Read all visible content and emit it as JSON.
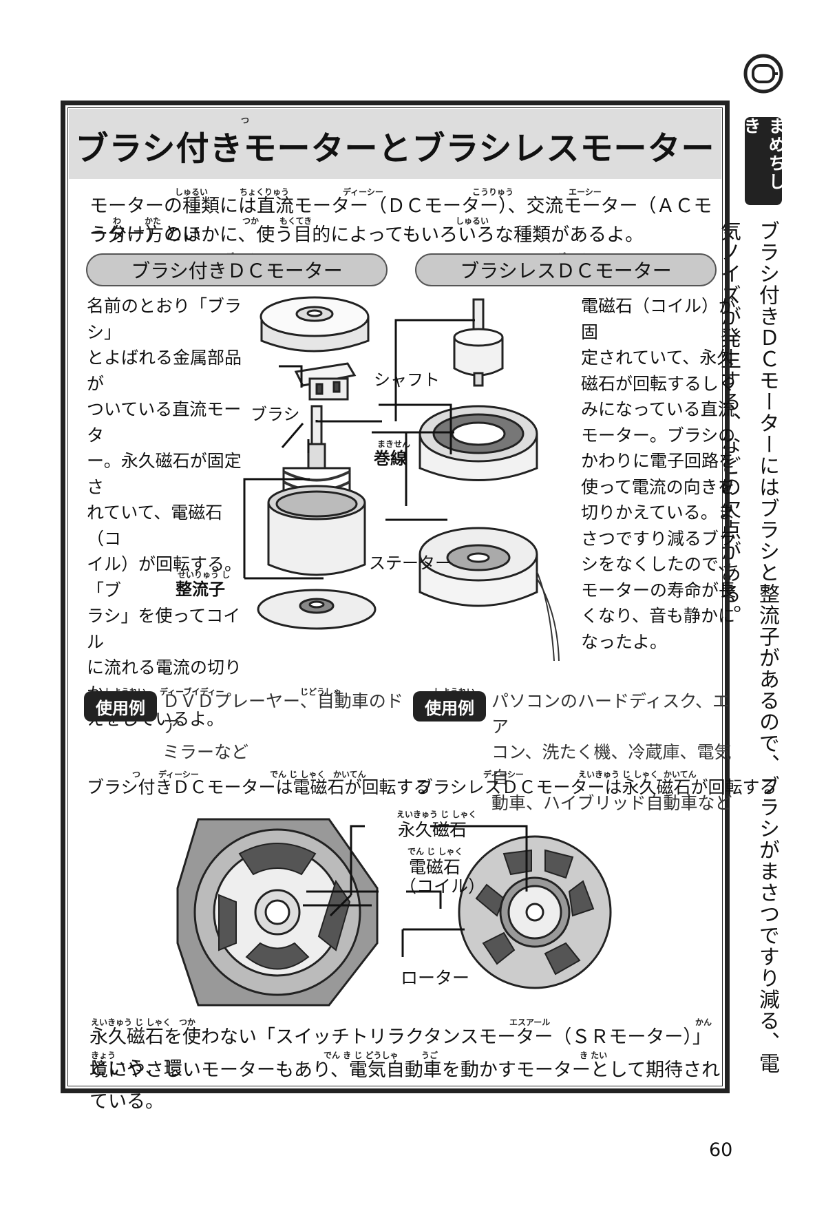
{
  "title": "ブラシ付きモーターとブラシレスモーター",
  "title_ruby": "つ",
  "intro": {
    "line1": "モーターの種類には直流モーター（ＤＣモーター）、交流モーター（ＡＣモーター）とい",
    "line2": "う分け方のほかに、使う目的によってもいろいろな種類があるよ。",
    "ruby1": [
      "しゅるい",
      "ちょくりゅう",
      "ディーシー",
      "こうりゅう",
      "エーシー"
    ],
    "ruby2": [
      "わ",
      "かた",
      "つか",
      "もくてき",
      "しゅるい"
    ]
  },
  "left_section": {
    "header": "ブラシ付きＤＣモーター",
    "header_ruby": [
      "つ",
      "ディーシー"
    ],
    "body": [
      "名前のとおり「ブラシ」",
      "とよばれる金属部品が",
      "ついている直流モータ",
      "ー。永久磁石が固定さ",
      "れていて、電磁石（コ",
      "イル）が回転する。「ブ",
      "ラシ」を使ってコイル",
      "に流れる電流の切りか",
      "えをしているよ。"
    ],
    "usage_badge": "使用例",
    "usage_ruby": "しようれい",
    "usage_ruby2": "ディーブイディー",
    "usage_ruby3": "じどうしゃ",
    "usage": [
      "ＤＶＤプレーヤー、自動車のドア",
      "ミラーなど"
    ]
  },
  "right_section": {
    "header": "ブラシレスＤＣモーター",
    "header_ruby": "ディーシー",
    "body": [
      "電磁石（コイル）が固",
      "定されていて、永久",
      "磁石が回転するしく",
      "みになっている直流",
      "モーター。ブラシの",
      "かわりに電子回路を",
      "使って電流の向きを",
      "切りかえている。ま",
      "さつですり減るブラ",
      "シをなくしたので、",
      "モーターの寿命が長",
      "くなり、音も静かに",
      "なったよ。"
    ],
    "usage_badge": "使用例",
    "usage_ruby": "しようれい",
    "usage": [
      "パソコンのハードディスク、エア",
      "コン、洗たく機、冷蔵庫、電気自",
      "動車、ハイブリッド自動車など"
    ]
  },
  "diagram_labels": {
    "shaft": "シャフト",
    "brush": "ブラシ",
    "winding": "巻線",
    "winding_ruby": "まきせん",
    "stator": "ステーター",
    "commutator": "整流子",
    "commutator_ruby": "せいりゅう し"
  },
  "captions": {
    "left": "ブラシ付きＤＣモーターは電磁石が回転する",
    "right": "ブラシレスＤＣモーターは永久磁石が回転する",
    "left_ruby": [
      "つ",
      "ディーシー",
      "でん じ しゃく",
      "かいてん"
    ],
    "right_ruby": [
      "ディーシー",
      "えいきゅう じ しゃく",
      "かいてん"
    ]
  },
  "cross_section_labels": {
    "permanent_magnet": "永久磁石",
    "permanent_magnet_ruby": "えいきゅう じ しゃく",
    "electromagnet": "電磁石",
    "electromagnet_ruby": "でん じ しゃく",
    "coil": "（コイル）",
    "rotor": "ローター"
  },
  "bottom": {
    "line1": "永久磁石を使わない「スイッチトリラクタンスモーター（ＳＲモーター）」という、環",
    "line2": "境にやさしいモーターもあり、電気自動車を動かすモーターとして期待されている。",
    "ruby1": [
      "えいきゅう じ しゃく",
      "つか",
      "エスアール",
      "かん"
    ],
    "ruby2": [
      "きょう",
      "でん き じ どうしゃ",
      "うご",
      "き たい"
    ]
  },
  "sidebar": {
    "badge": "まめちしき",
    "text": "ブラシ付きＤＣモーターにはブラシと整流子があるので、ブラシがまさつですり減る、電気ノイズが発生する、などの欠点がある。"
  },
  "page_number": "60"
}
